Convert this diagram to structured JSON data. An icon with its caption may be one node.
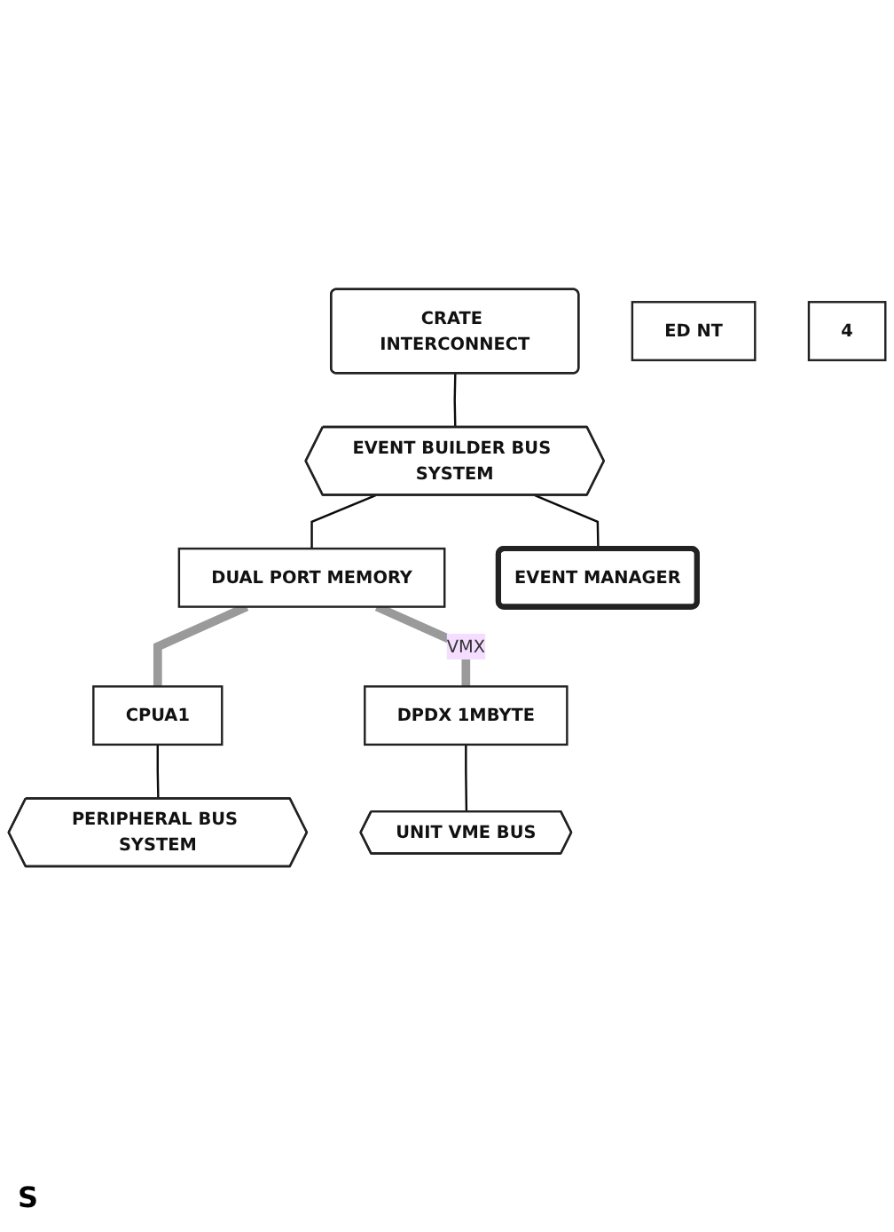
{
  "diagram": {
    "nodes": [
      {
        "text": [
          "CRATE INTERCONNECT"
        ]
      },
      {
        "text": [
          "EVENT BUILDER BUS SYSTEM"
        ]
      },
      {
        "text": [
          "ED NT"
        ]
      },
      {
        "text": [
          "DUAL PORT MEMORY"
        ]
      },
      {
        "text": [
          "EVENT MANAGER"
        ]
      },
      {
        "text": [
          "CPUA1"
        ]
      },
      {
        "text": [
          "PERIPHERAL BUS SYSTEM"
        ]
      },
      {
        "text": [
          "4"
        ]
      },
      {
        "text": [
          "DPDX 1MBYTE"
        ]
      },
      {
        "text": [
          "UNIT VME BUS"
        ]
      }
    ],
    "edges": [
      {
        "from": 0,
        "to": 1,
        "arrow": "none"
      },
      {
        "from": 1,
        "to": 3,
        "arrow": "none"
      },
      {
        "from": 1,
        "to": 4,
        "arrow": "none"
      },
      {
        "from": 3,
        "to": 5,
        "arrow": "none",
        "style": "thick",
        "color": "#9a9a9a"
      },
      {
        "from": 3,
        "to": 8,
        "arrow": "none",
        "label": "VMX",
        "style": "thick",
        "color": "#9a9a9a"
      },
      {
        "from": 5,
        "to": 6,
        "arrow": "none"
      },
      {
        "from": 8,
        "to": 9,
        "arrow": "none"
      }
    ],
    "labels": [
      "S"
    ]
  }
}
